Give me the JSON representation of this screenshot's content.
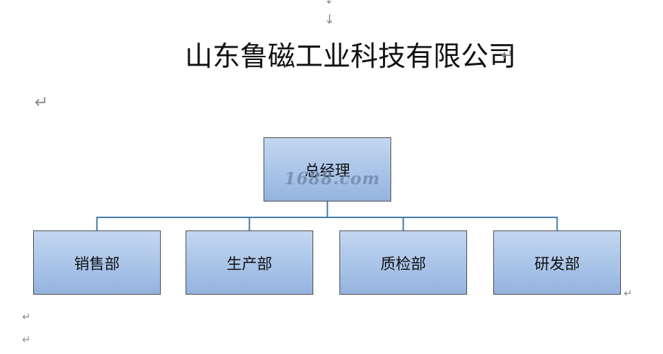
{
  "document": {
    "title": "山东鲁磁工业科技有限公司",
    "format_marks": {
      "arrow": "↓",
      "paragraph": "↵"
    }
  },
  "org_chart": {
    "root": {
      "label": "总经理"
    },
    "children": [
      {
        "label": "销售部"
      },
      {
        "label": "生产部"
      },
      {
        "label": "质检部"
      },
      {
        "label": "研发部"
      }
    ],
    "connector_color": "#3f7aa8",
    "box_fill_top": "#c3d7f0",
    "box_fill_bottom": "#93b3df"
  },
  "watermark": {
    "text": "1688.com"
  }
}
